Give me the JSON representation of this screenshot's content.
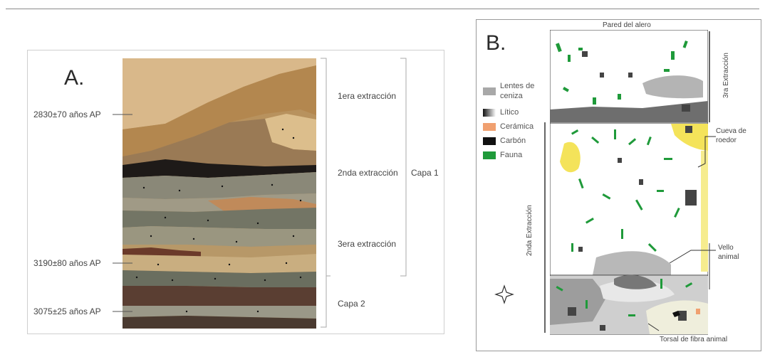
{
  "panel_a": {
    "letter": "A.",
    "extractions": [
      "1era extracción",
      "2nda extracción",
      "3era extracción"
    ],
    "capa1": "Capa 1",
    "capa2": "Capa 2",
    "dates": [
      "2830±70 años AP",
      "3190±80 años AP",
      "3075±25 años AP"
    ]
  },
  "panel_b": {
    "letter": "B.",
    "top_label": "Pared del alero",
    "legend": [
      {
        "label": "Lentes de ceniza",
        "color": "#a8a8a8"
      },
      {
        "label": "Lítico",
        "color": "#2a2a2a"
      },
      {
        "label": "Cerámica",
        "color": "#f0a070"
      },
      {
        "label": "Carbón",
        "color": "#111111"
      },
      {
        "label": "Fauna",
        "color": "#1f9a3a"
      }
    ],
    "label_3ra": "3ra Extracción",
    "label_2nda": "2nda Extracción",
    "cueva": "Cueva de roedor",
    "vello": "Vello animal",
    "torsal": "Torsal de fibra animal"
  }
}
